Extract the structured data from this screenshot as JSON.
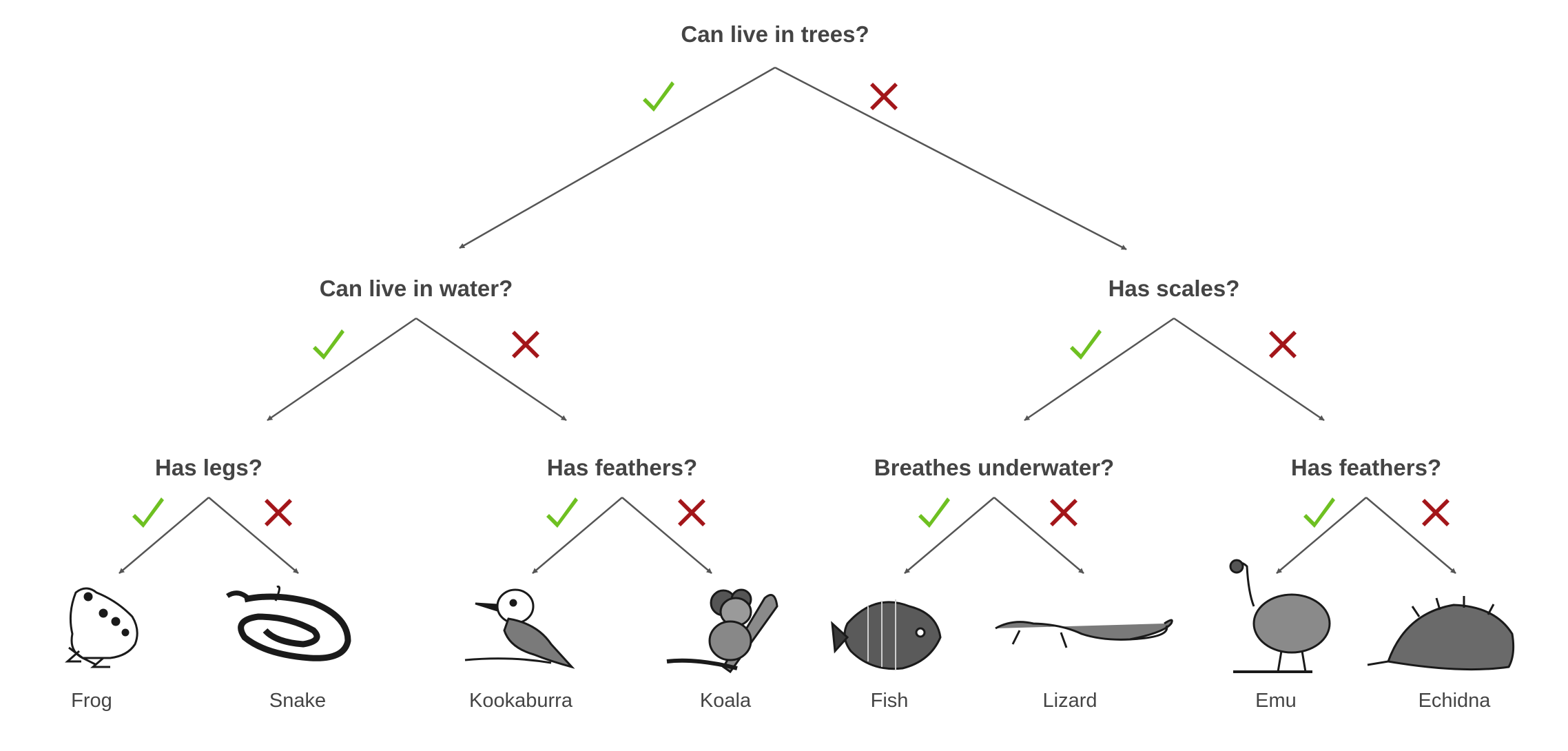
{
  "questions": {
    "root": "Can live in trees?",
    "left": "Can live in water?",
    "right": "Has scales?",
    "ll": "Has legs?",
    "lr": "Has feathers?",
    "rl": "Breathes underwater?",
    "rr": "Has feathers?"
  },
  "leaves": [
    "Frog",
    "Snake",
    "Kookaburra",
    "Koala",
    "Fish",
    "Lizard",
    "Emu",
    "Echidna"
  ],
  "branch_marks": {
    "yes": "check-icon",
    "no": "cross-icon"
  },
  "colors": {
    "text": "#444444",
    "line": "#555555",
    "yes": "#6ec021",
    "no": "#a3161a"
  }
}
